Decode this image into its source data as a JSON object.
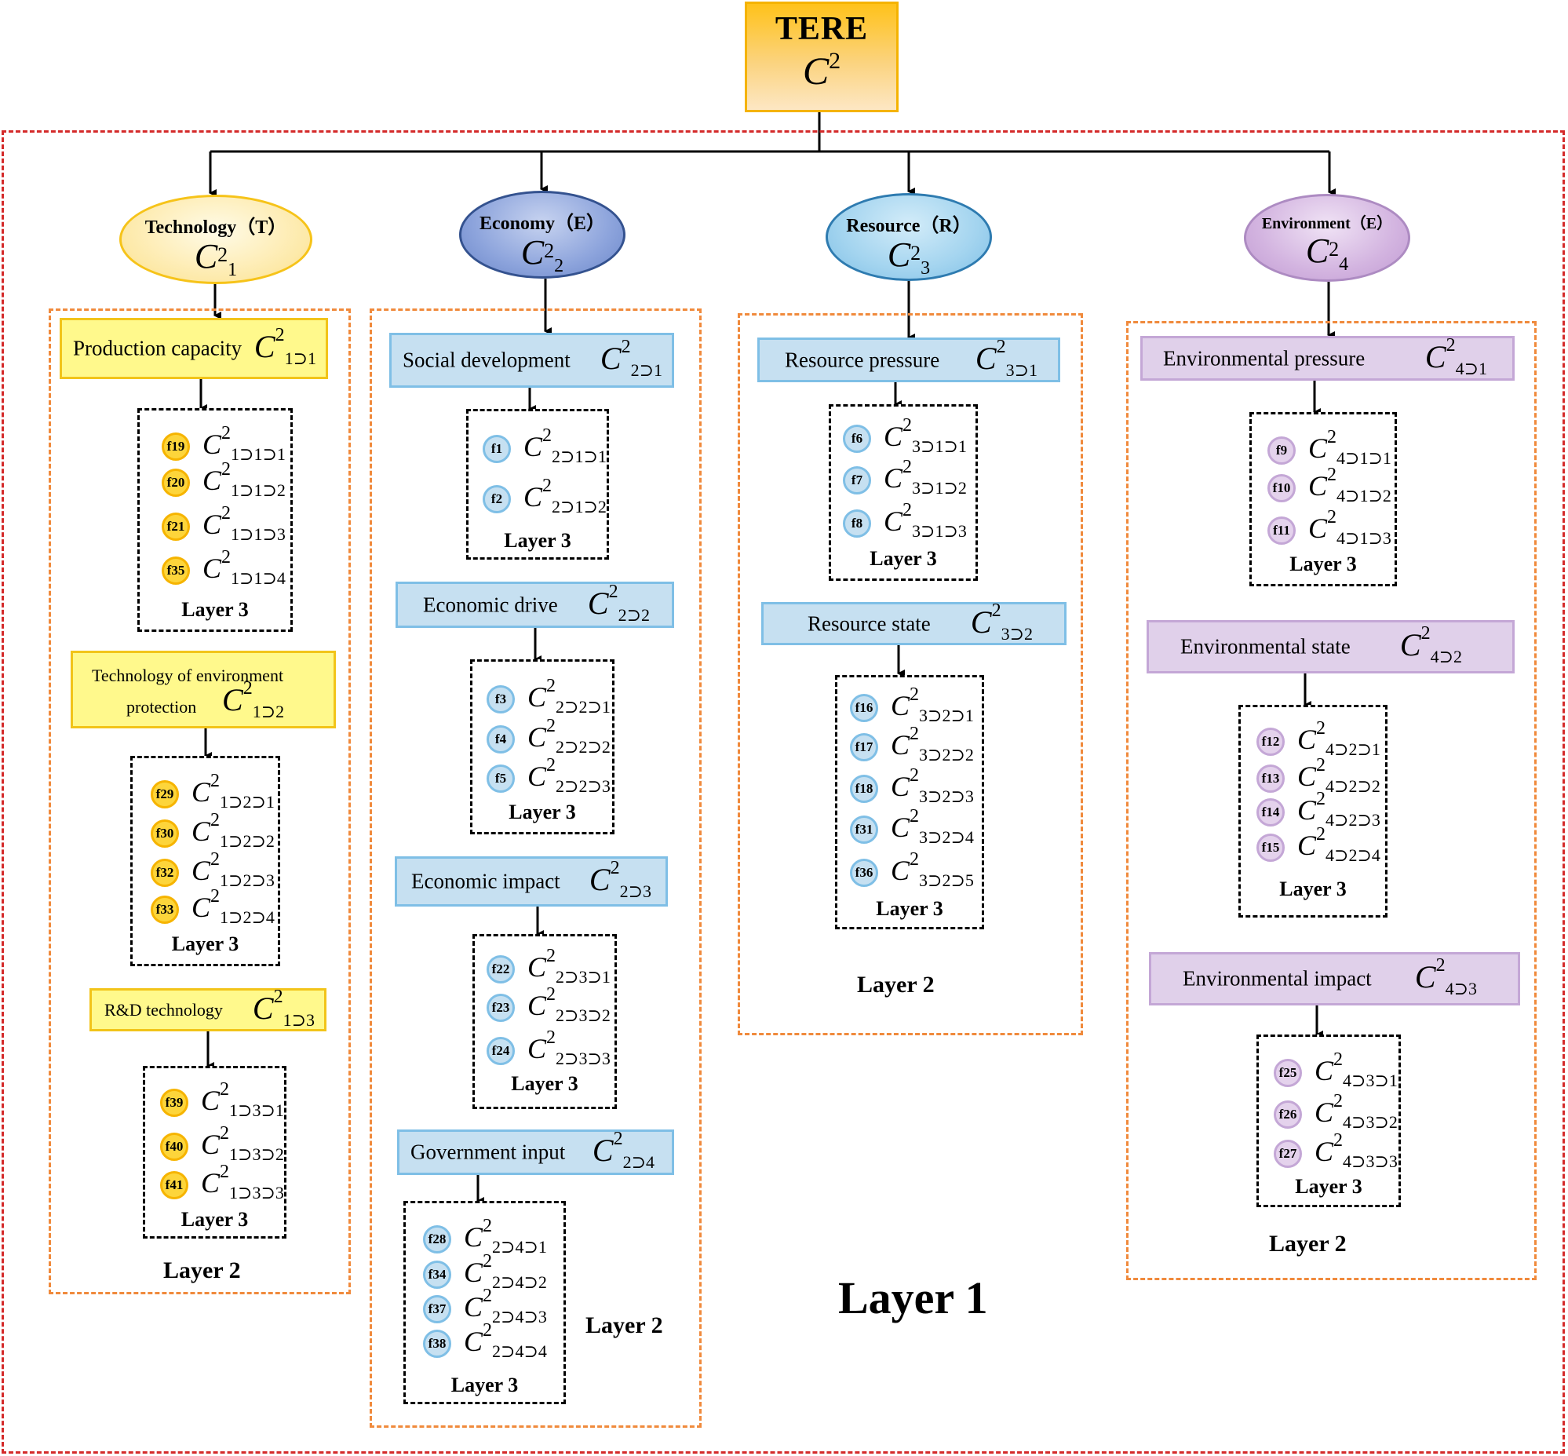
{
  "root": {
    "title": "TERE",
    "symbol": "C",
    "sup": "2"
  },
  "layer1_label": "Layer 1",
  "layer2_label": "Layer 2",
  "layer3_label": "Layer 3",
  "colors": {
    "red_frame": "#d42a2a",
    "orange_frame": "#f08a3c",
    "yellow": "#fff98c",
    "blue": "#c6e0f1",
    "purple": "#e0d0ea"
  },
  "branches": [
    {
      "name": "Technology（T）",
      "symbol": "C",
      "sub": "1",
      "sup": "2",
      "subcriteria": [
        {
          "label": "Production capacity",
          "sub": "1⊃1",
          "items": [
            {
              "code": "f19",
              "sub": "1⊃1⊃1"
            },
            {
              "code": "f20",
              "sub": "1⊃1⊃2"
            },
            {
              "code": "f21",
              "sub": "1⊃1⊃3"
            },
            {
              "code": "f35",
              "sub": "1⊃1⊃4"
            }
          ]
        },
        {
          "label_line1": "Technology of environment",
          "label_line2": "protection",
          "sub": "1⊃2",
          "items": [
            {
              "code": "f29",
              "sub": "1⊃2⊃1"
            },
            {
              "code": "f30",
              "sub": "1⊃2⊃2"
            },
            {
              "code": "f32",
              "sub": "1⊃2⊃3"
            },
            {
              "code": "f33",
              "sub": "1⊃2⊃4"
            }
          ]
        },
        {
          "label": "R&D technology",
          "sub": "1⊃3",
          "items": [
            {
              "code": "f39",
              "sub": "1⊃3⊃1"
            },
            {
              "code": "f40",
              "sub": "1⊃3⊃2"
            },
            {
              "code": "f41",
              "sub": "1⊃3⊃3"
            }
          ]
        }
      ]
    },
    {
      "name": "Economy（E）",
      "symbol": "C",
      "sub": "2",
      "sup": "2",
      "subcriteria": [
        {
          "label": "Social development",
          "sub": "2⊃1",
          "items": [
            {
              "code": "f1",
              "sub": "2⊃1⊃1"
            },
            {
              "code": "f2",
              "sub": "2⊃1⊃2"
            }
          ]
        },
        {
          "label": "Economic drive",
          "sub": "2⊃2",
          "items": [
            {
              "code": "f3",
              "sub": "2⊃2⊃1"
            },
            {
              "code": "f4",
              "sub": "2⊃2⊃2"
            },
            {
              "code": "f5",
              "sub": "2⊃2⊃3"
            }
          ]
        },
        {
          "label": "Economic impact",
          "sub": "2⊃3",
          "items": [
            {
              "code": "f22",
              "sub": "2⊃3⊃1"
            },
            {
              "code": "f23",
              "sub": "2⊃3⊃2"
            },
            {
              "code": "f24",
              "sub": "2⊃3⊃3"
            }
          ]
        },
        {
          "label": "Government input",
          "sub": "2⊃4",
          "items": [
            {
              "code": "f28",
              "sub": "2⊃4⊃1"
            },
            {
              "code": "f34",
              "sub": "2⊃4⊃2"
            },
            {
              "code": "f37",
              "sub": "2⊃4⊃3"
            },
            {
              "code": "f38",
              "sub": "2⊃4⊃4"
            }
          ]
        }
      ]
    },
    {
      "name": "Resource（R）",
      "symbol": "C",
      "sub": "3",
      "sup": "2",
      "subcriteria": [
        {
          "label": "Resource pressure",
          "sub": "3⊃1",
          "items": [
            {
              "code": "f6",
              "sub": "3⊃1⊃1"
            },
            {
              "code": "f7",
              "sub": "3⊃1⊃2"
            },
            {
              "code": "f8",
              "sub": "3⊃1⊃3"
            }
          ]
        },
        {
          "label": "Resource state",
          "sub": "3⊃2",
          "items": [
            {
              "code": "f16",
              "sub": "3⊃2⊃1"
            },
            {
              "code": "f17",
              "sub": "3⊃2⊃2"
            },
            {
              "code": "f18",
              "sub": "3⊃2⊃3"
            },
            {
              "code": "f31",
              "sub": "3⊃2⊃4"
            },
            {
              "code": "f36",
              "sub": "3⊃2⊃5"
            }
          ]
        }
      ]
    },
    {
      "name": "Environment（E）",
      "symbol": "C",
      "sub": "4",
      "sup": "2",
      "subcriteria": [
        {
          "label": "Environmental pressure",
          "sub": "4⊃1",
          "items": [
            {
              "code": "f9",
              "sub": "4⊃1⊃1"
            },
            {
              "code": "f10",
              "sub": "4⊃1⊃2"
            },
            {
              "code": "f11",
              "sub": "4⊃1⊃3"
            }
          ]
        },
        {
          "label": "Environmental state",
          "sub": "4⊃2",
          "items": [
            {
              "code": "f12",
              "sub": "4⊃2⊃1"
            },
            {
              "code": "f13",
              "sub": "4⊃2⊃2"
            },
            {
              "code": "f14",
              "sub": "4⊃2⊃3"
            },
            {
              "code": "f15",
              "sub": "4⊃2⊃4"
            }
          ]
        },
        {
          "label": "Environmental impact",
          "sub": "4⊃3",
          "items": [
            {
              "code": "f25",
              "sub": "4⊃3⊃1"
            },
            {
              "code": "f26",
              "sub": "4⊃3⊃2"
            },
            {
              "code": "f27",
              "sub": "4⊃3⊃3"
            }
          ]
        }
      ]
    }
  ]
}
